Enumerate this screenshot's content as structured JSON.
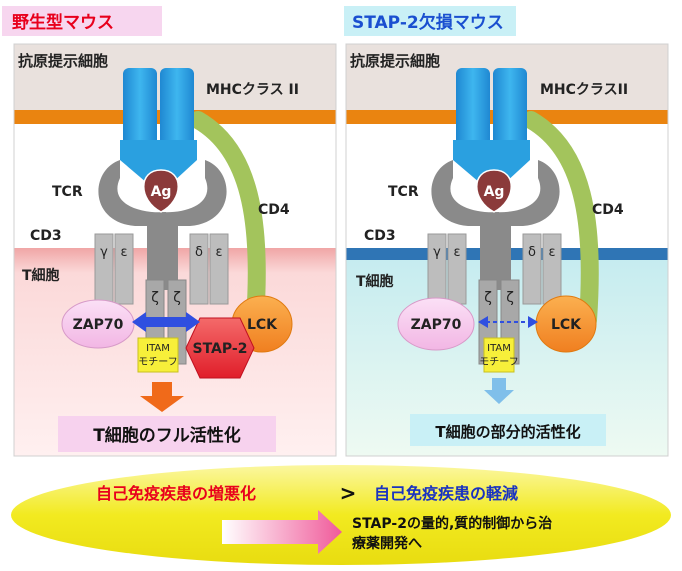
{
  "left_panel": {
    "title": "野生型マウス",
    "apc_label": "抗原提示細胞",
    "mhc_label": "MHCクラス II",
    "tcr_label": "TCR",
    "ag_label": "Ag",
    "cd4_label": "CD4",
    "cd3_label": "CD3",
    "gamma": "γ",
    "epsilon": "ε",
    "delta": "δ",
    "epsilon2": "ε",
    "zeta1": "ζ",
    "zeta2": "ζ",
    "tcell_label": "T細胞",
    "zap70": "ZAP70",
    "lck": "LCK",
    "stap2": "STAP-2",
    "itam_line1": "ITAM",
    "itam_line2": "モチーフ",
    "result": "T細胞のフル活性化"
  },
  "right_panel": {
    "title": "STAP-2欠損マウス",
    "apc_label": "抗原提示細胞",
    "mhc_label": "MHCクラスII",
    "tcr_label": "TCR",
    "ag_label": "Ag",
    "cd4_label": "CD4",
    "cd3_label": "CD3",
    "gamma": "γ",
    "epsilon": "ε",
    "delta": "δ",
    "epsilon2": "ε",
    "zeta1": "ζ",
    "zeta2": "ζ",
    "tcell_label": "T細胞",
    "zap70": "ZAP70",
    "lck": "LCK",
    "itam_line1": "ITAM",
    "itam_line2": "モチーフ",
    "result": "T細胞の部分的活性化"
  },
  "bottom": {
    "left_text": "自己免疫疾患の増悪化",
    "comparator": ">",
    "right_text": "自己免疫疾患の軽減",
    "conclusion_line1": "STAP-2の量的,質的制御から治",
    "conclusion_line2": "療薬開発へ"
  },
  "colors": {
    "left_title": "#e8001c",
    "right_title": "#1a4fd0",
    "mhc_blue": "#2aa0e0",
    "tcr_gray": "#808080",
    "ag": "#8b3a3a",
    "cd4_green": "#9bbf5a",
    "zap70_fill": "#f6c8ee",
    "lck_fill": "#f7953a",
    "stap2_fill": "#ee3340",
    "itam_fill": "#f7ef3a",
    "orange_band": "#ea8410",
    "blue_band": "#2f75b5",
    "ellipse_yellow": "#f4ee2c"
  }
}
